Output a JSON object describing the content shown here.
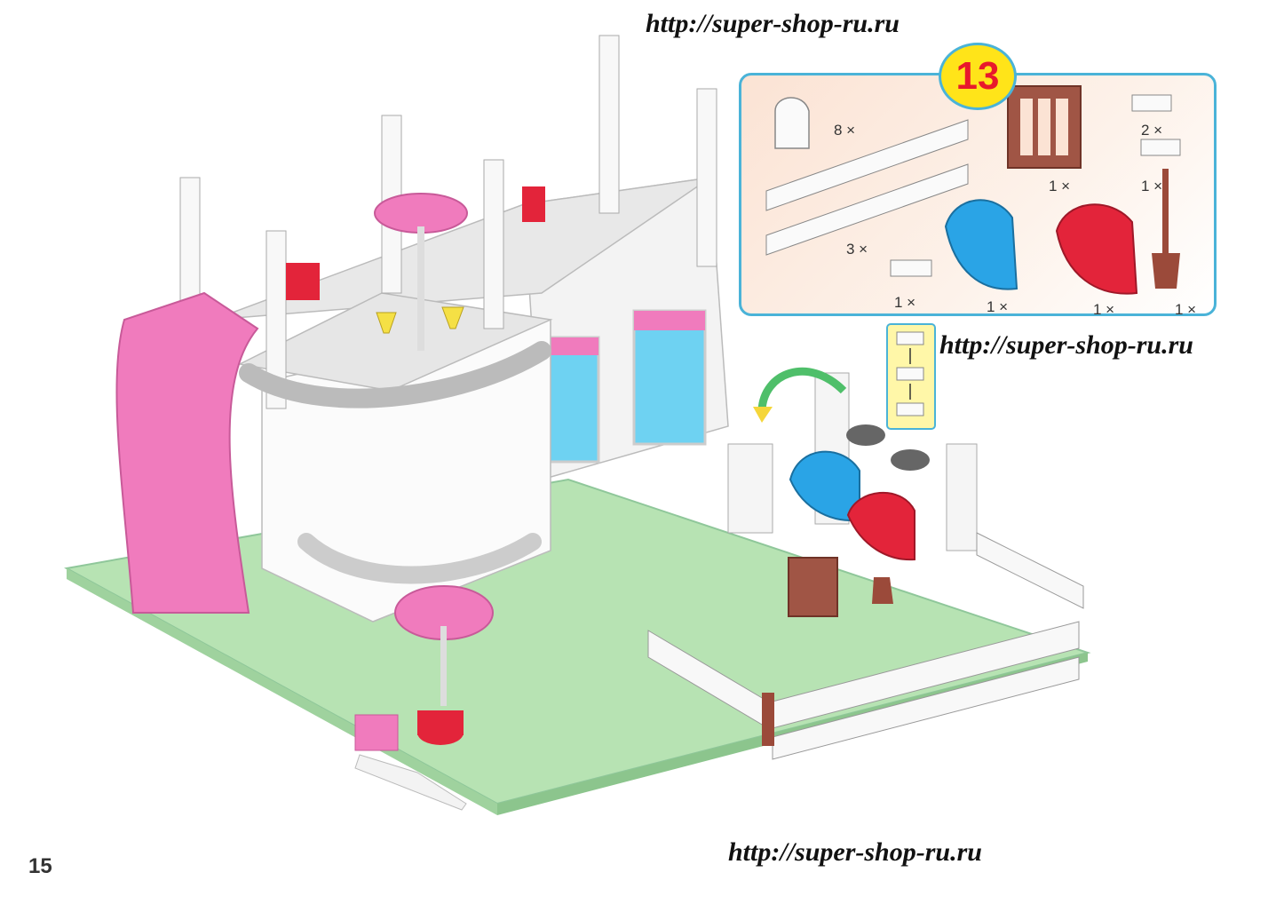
{
  "watermarks": {
    "top": "http://super-shop-ru.ru",
    "middle": "http://super-shop-ru.ru",
    "bottom": "http://super-shop-ru.ru"
  },
  "page_number": "15",
  "step": {
    "number": "13",
    "parts": [
      {
        "name": "white-arch-brick",
        "qty": "8 ×"
      },
      {
        "name": "white-fence",
        "qty": "3 ×"
      },
      {
        "name": "white-plate-1x2",
        "qty": "1 ×"
      },
      {
        "name": "blue-horse-saddle",
        "qty": "1 ×"
      },
      {
        "name": "brown-gate",
        "qty": "1 ×"
      },
      {
        "name": "red-horse-saddle",
        "qty": "1 ×"
      },
      {
        "name": "white-clip-plate",
        "qty": "2 ×"
      },
      {
        "name": "white-clip-plate-open",
        "qty": "1 ×"
      },
      {
        "name": "brown-shovel",
        "qty": "1 ×"
      }
    ]
  },
  "colors": {
    "panel_border": "#4ab3d8",
    "badge_fill": "#ffe419",
    "badge_text": "#e8192c",
    "baseplate": "#b7e3b3",
    "pink": "#f07bbd",
    "blue": "#2aa4e6",
    "red": "#e3243a",
    "brown": "#9b4a3a"
  }
}
